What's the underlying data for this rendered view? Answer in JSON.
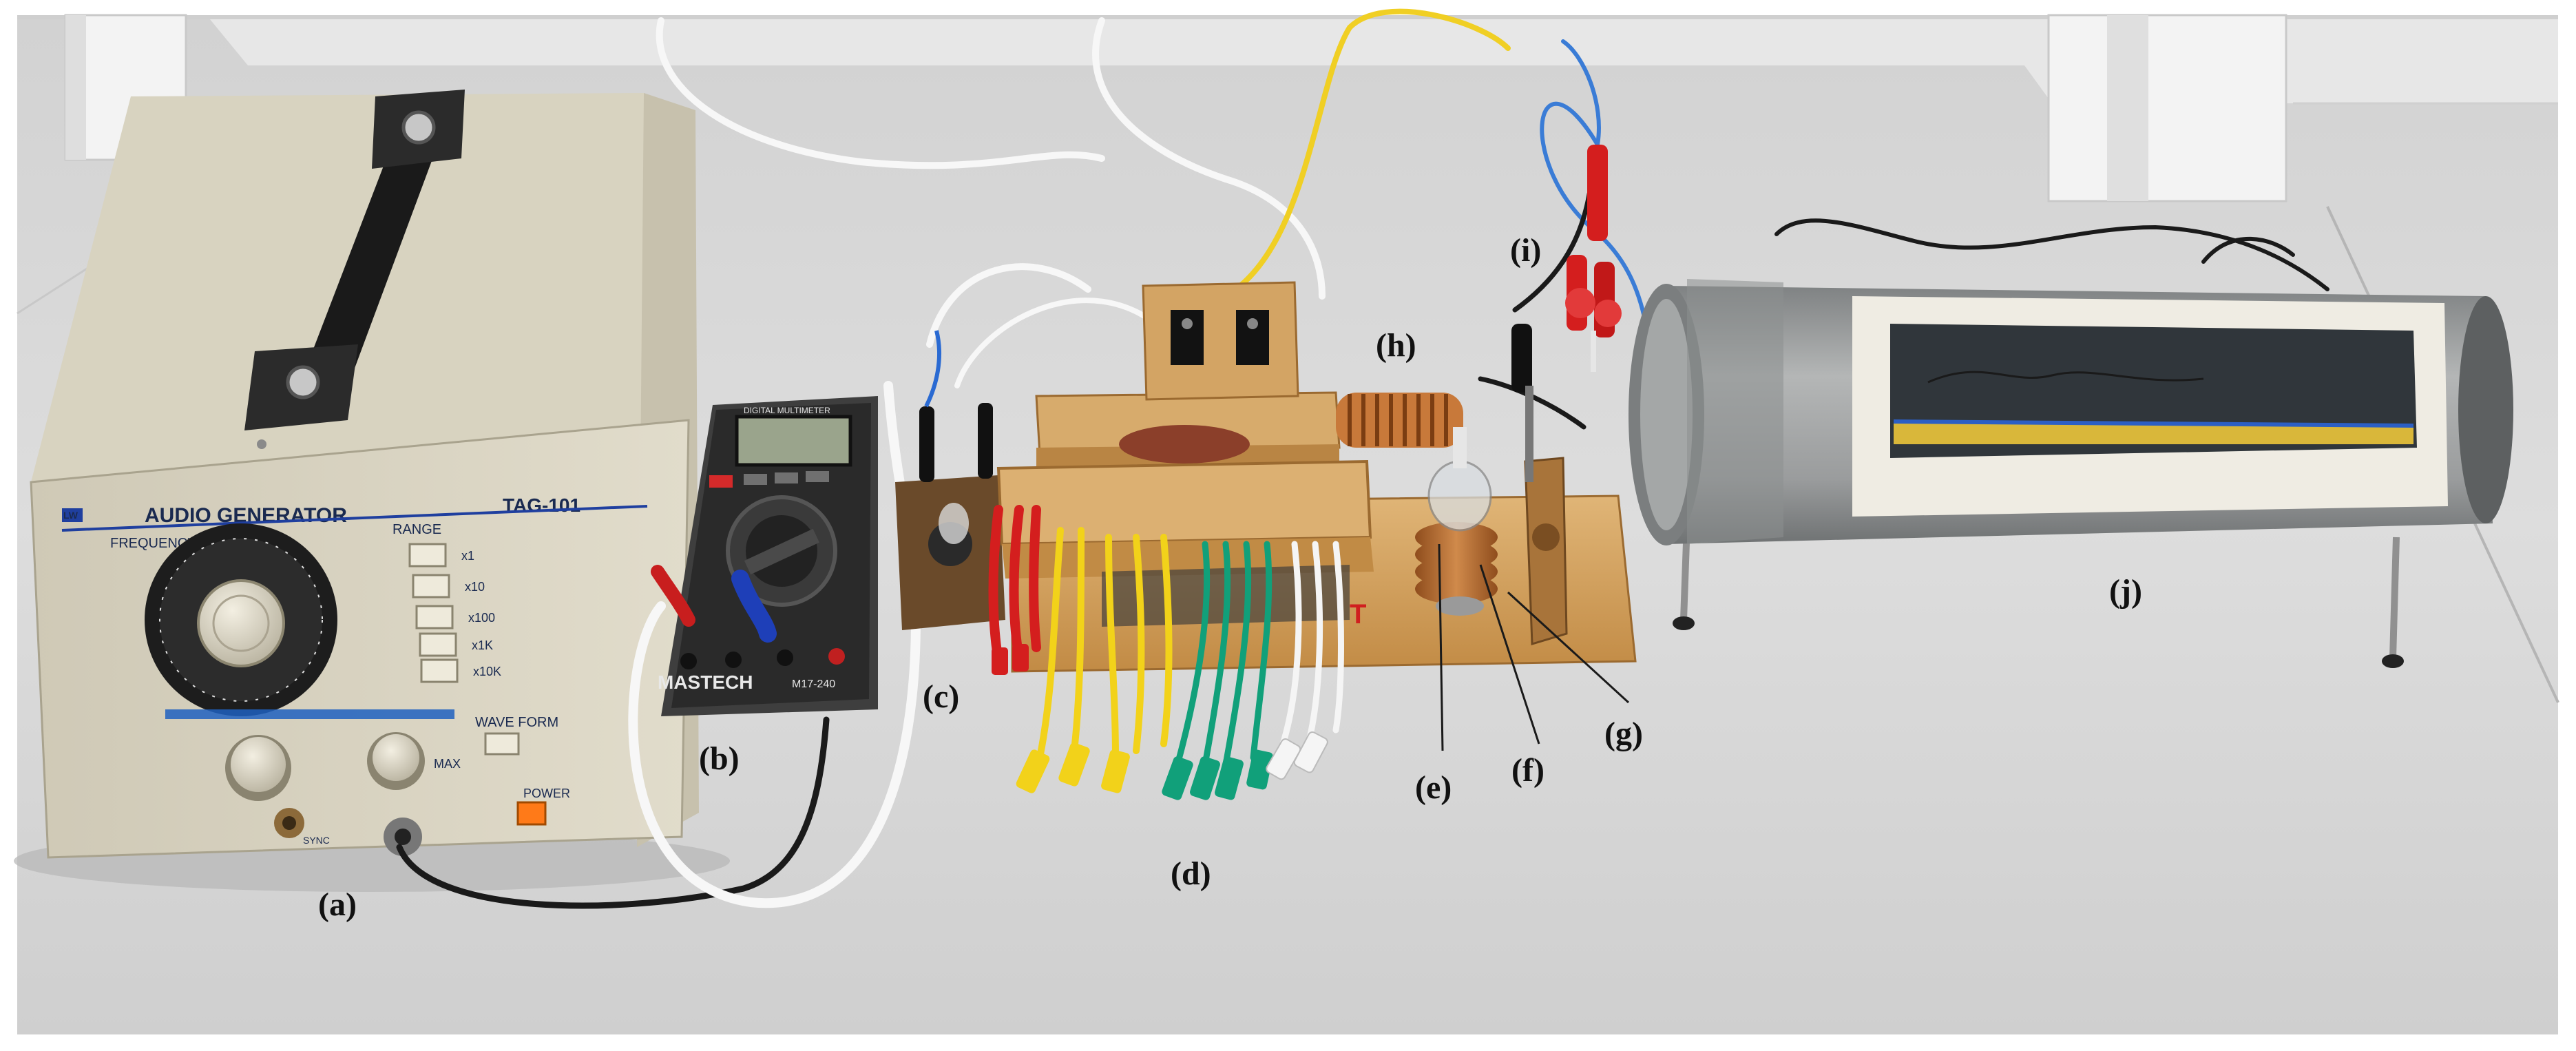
{
  "labels": {
    "a": "(a)",
    "b": "(b)",
    "c": "(c)",
    "d": "(d)",
    "e": "(e)",
    "f": "(f)",
    "g": "(g)",
    "h": "(h)",
    "i": "(i)",
    "j": "(j)"
  },
  "generator": {
    "brand": "LW",
    "title": "AUDIO GENERATOR",
    "model": "TAG-101",
    "frequency_label": "FREQUENCY",
    "range_label": "RANGE",
    "range_options": [
      "x1",
      "x10",
      "x100",
      "x1K",
      "x10K"
    ],
    "waveform_label": "WAVE FORM",
    "power_label": "POWER",
    "max_label": "MAX",
    "sync_label": "SYNC"
  },
  "multimeter": {
    "header": "DIGITAL MULTIMETER",
    "brand": "MASTECH",
    "model": "M17-240"
  },
  "colors": {
    "table": "#dcdcdc",
    "wall": "#ececec",
    "generator_body": "#d9d4c2",
    "generator_panel": "#e6e1cf",
    "wood": "#d2a160",
    "copper": "#b96a2c",
    "tube": "#9a9c9c",
    "cable_red": "#d41e1e",
    "cable_yellow": "#f2d21a",
    "cable_green": "#11a07a",
    "cable_white": "#f5f5f5"
  }
}
